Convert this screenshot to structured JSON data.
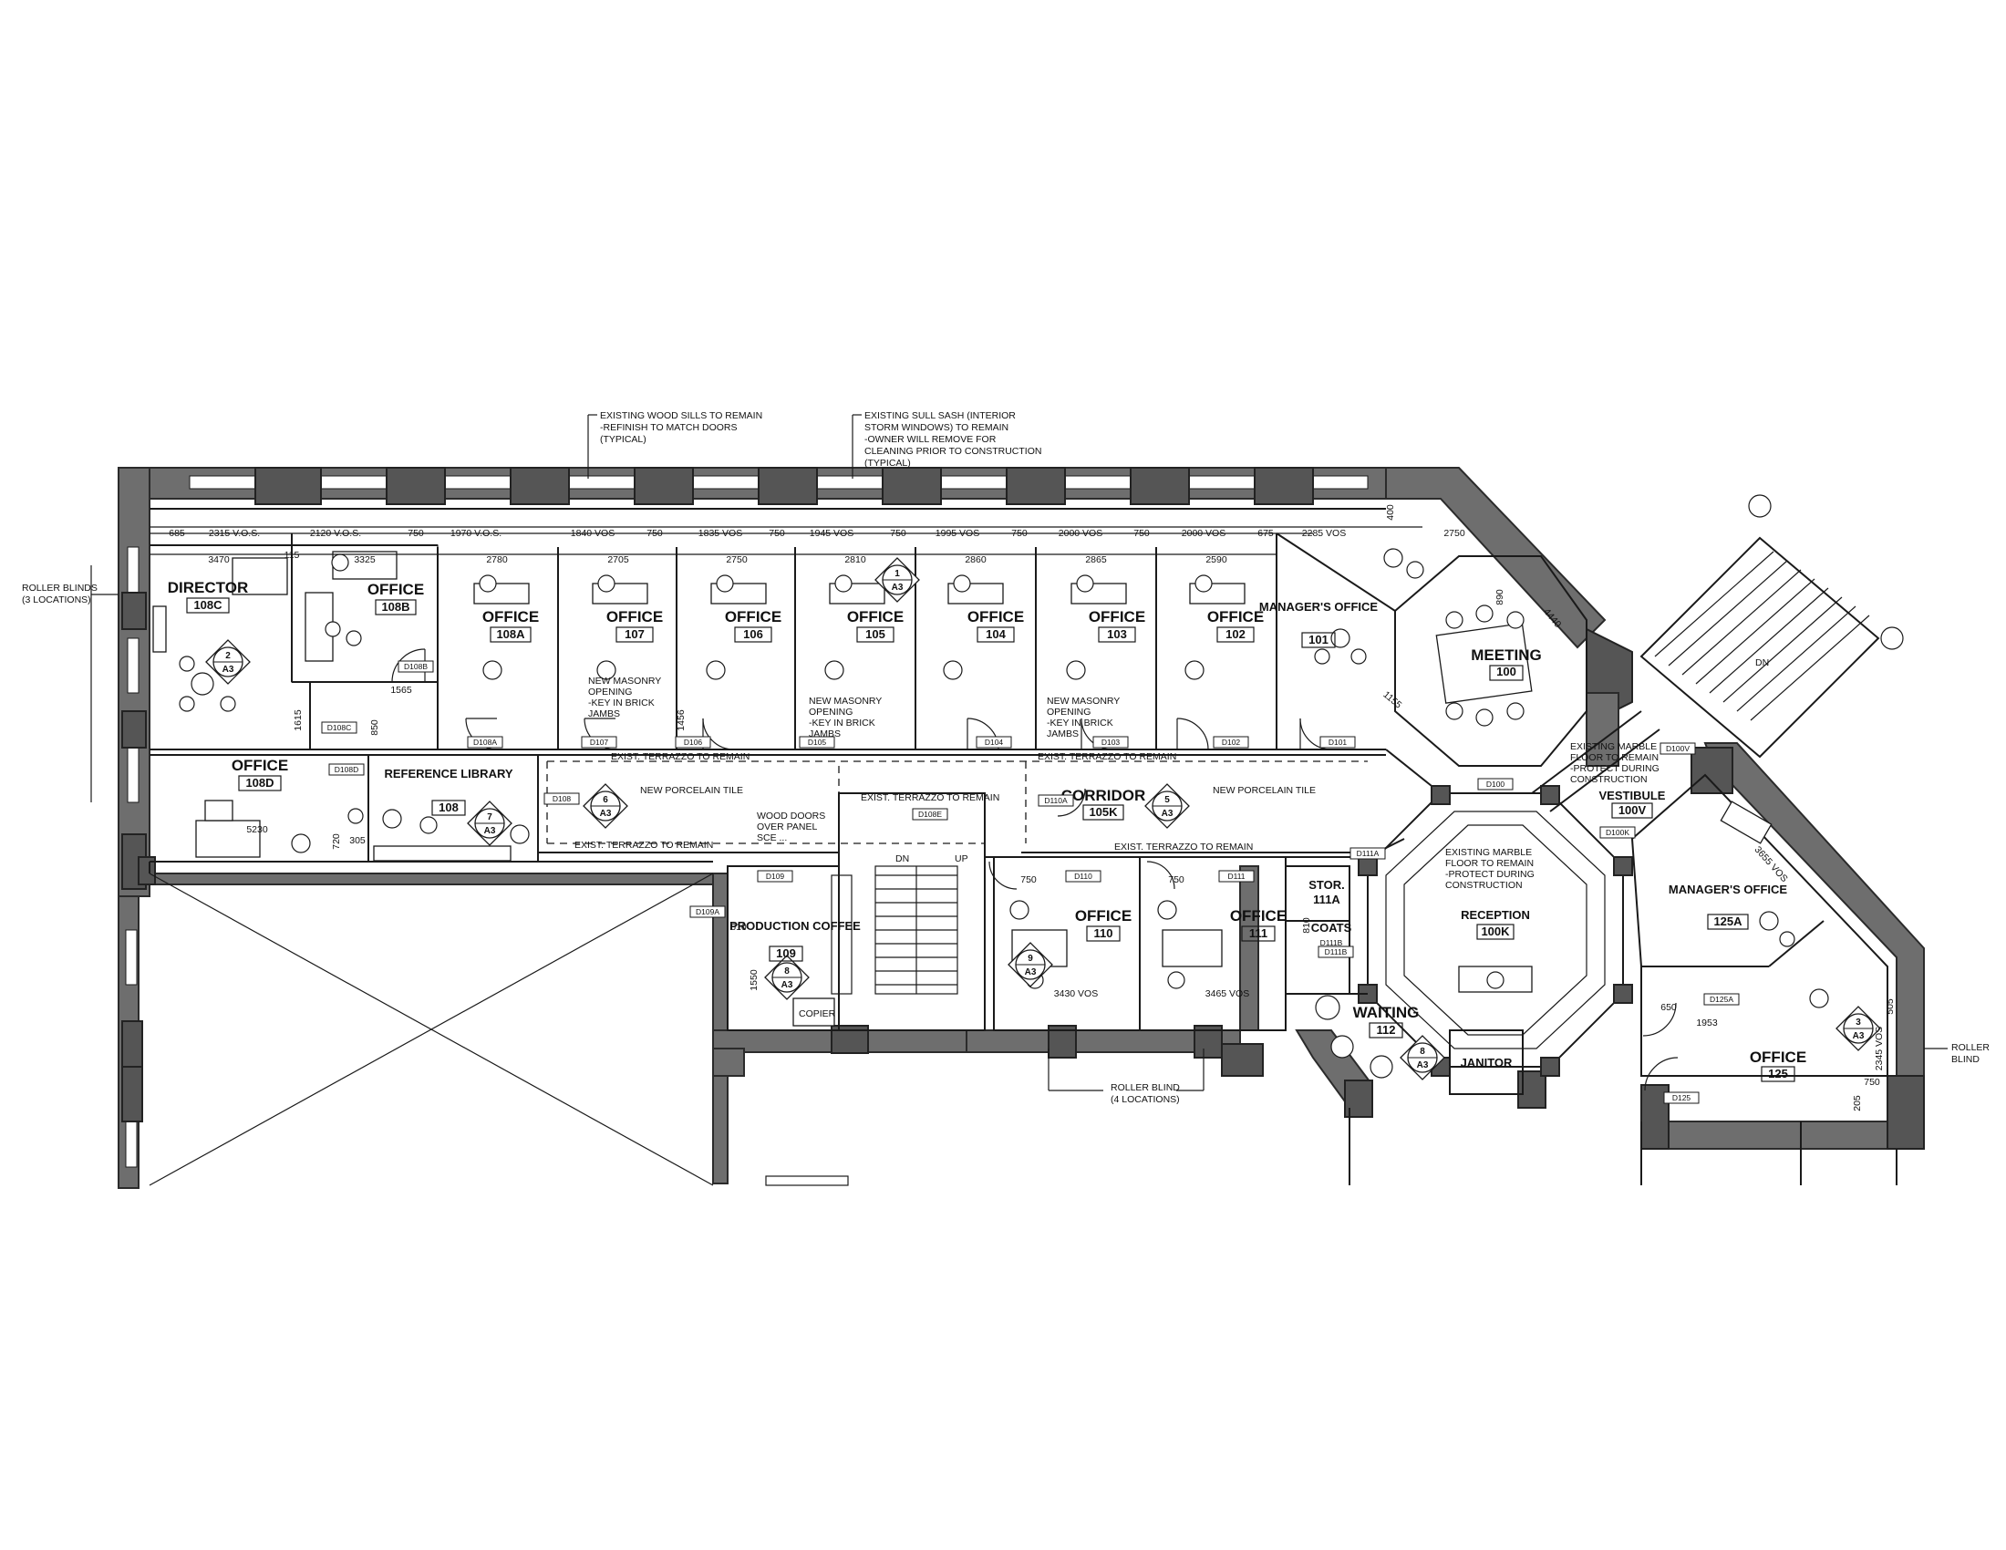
{
  "rooms": [
    {
      "name": "DIRECTOR",
      "number": "108C"
    },
    {
      "name": "OFFICE",
      "number": "108B"
    },
    {
      "name": "OFFICE",
      "number": "108A"
    },
    {
      "name": "OFFICE",
      "number": "107"
    },
    {
      "name": "OFFICE",
      "number": "106"
    },
    {
      "name": "OFFICE",
      "number": "105"
    },
    {
      "name": "OFFICE",
      "number": "104"
    },
    {
      "name": "OFFICE",
      "number": "103"
    },
    {
      "name": "OFFICE",
      "number": "102"
    },
    {
      "name": "MANAGER'S OFFICE",
      "number": "101"
    },
    {
      "name": "MEETING",
      "number": "100"
    },
    {
      "name": "OFFICE",
      "number": "108D"
    },
    {
      "name": "REFERENCE LIBRARY",
      "number": "108"
    },
    {
      "name": "CORRIDOR",
      "number": "105K"
    },
    {
      "name": "VESTIBULE",
      "number": "100V"
    },
    {
      "name": "PRODUCTION COFFEE",
      "number": "109"
    },
    {
      "name": "OFFICE",
      "number": "110"
    },
    {
      "name": "OFFICE",
      "number": "111"
    },
    {
      "name": "STOR.",
      "number": "111A"
    },
    {
      "name": "COATS",
      "number": "D111B"
    },
    {
      "name": "RECEPTION",
      "number": "100K"
    },
    {
      "name": "WAITING",
      "number": "112"
    },
    {
      "name": "JANITOR",
      "number": ""
    },
    {
      "name": "MANAGER'S OFFICE",
      "number": "125A"
    },
    {
      "name": "OFFICE",
      "number": "125"
    }
  ],
  "notes": {
    "wood_sills": [
      "EXISTING WOOD SILLS TO REMAIN",
      "-REFINISH TO MATCH DOORS",
      "(TYPICAL)"
    ],
    "sash": [
      "EXISTING SULL SASH (INTERIOR",
      "STORM WINDOWS) TO REMAIN",
      "-OWNER WILL REMOVE FOR",
      "CLEANING PRIOR TO CONSTRUCTION",
      "(TYPICAL)"
    ],
    "roller_blinds_3": [
      "ROLLER BLINDS",
      "(3 LOCATIONS)"
    ],
    "roller_blind_4": [
      "ROLLER BLIND",
      "(4 LOCATIONS)"
    ],
    "roller_blind_r": [
      "ROLLER",
      "BLIND"
    ],
    "masonry_a": [
      "NEW MASONRY",
      "OPENING",
      "-KEY IN BRICK",
      "JAMBS"
    ],
    "masonry_b": [
      "NEW MASONRY",
      "OPENING",
      "-KEY IN BRICK",
      "JAMBS"
    ],
    "masonry_c": [
      "NEW MASONRY",
      "OPENING",
      "-KEY IN BRICK",
      "JAMBS"
    ],
    "terrazzo_1": "EXIST. TERRAZZO TO REMAIN",
    "terrazzo_2": "EXIST. TERRAZZO TO REMAIN",
    "terrazzo_3": "EXIST. TERRAZZO TO REMAIN",
    "terrazzo_4": "EXIST. TERRAZZO TO REMAIN",
    "terrazzo_5": "EXIST. TERRAZZO TO REMAIN",
    "porcelain_1": "NEW PORCELAIN TILE",
    "porcelain_2": "NEW PORCELAIN TILE",
    "wood_doors": [
      "WOOD DOORS",
      "OVER PANEL",
      "SCE ..."
    ],
    "marble_vestibule": [
      "EXISTING MARBLE",
      "FLOOR TO REMAIN",
      "-PROTECT DURING",
      "CONSTRUCTION"
    ],
    "marble_reception": [
      "EXISTING MARBLE",
      "FLOOR TO REMAIN",
      "-PROTECT DURING",
      "CONSTRUCTION"
    ],
    "copier": "COPIER",
    "stair_dn": "DN",
    "stair_up": "UP",
    "exterior_dn": "DN"
  },
  "dimensions": {
    "top_row": [
      "685",
      "2315 V.O.S.",
      "2120 V.O.S.",
      "750",
      "1970 V.O.S.",
      "1840 VOS",
      "750",
      "1835 VOS",
      "750",
      "1945 VOS",
      "750",
      "1995 VOS",
      "750",
      "2000 VOS",
      "750",
      "2000 VOS",
      "675",
      "2285 VOS",
      "2750"
    ],
    "room_widths": [
      "3470",
      "3325",
      "2780",
      "2705",
      "2750",
      "2810",
      "2860",
      "2865",
      "2590"
    ],
    "misc": [
      "1565",
      "1615",
      "850",
      "5230",
      "720",
      "305",
      "1456",
      "610",
      "1550",
      "750",
      "750",
      "3430 VOS",
      "3465 VOS",
      "810",
      "3655 VOS",
      "1953",
      "650",
      "2345 VOS",
      "505",
      "205",
      "750",
      "4440",
      "1155",
      "890",
      "400",
      "115"
    ]
  },
  "doors": [
    "D108C",
    "D108B",
    "D108A",
    "D107",
    "D106",
    "D105",
    "D104",
    "D103",
    "D102",
    "D101",
    "D108D",
    "D108",
    "D109",
    "D109A",
    "D108E",
    "D110",
    "D110A",
    "D111",
    "D111A",
    "D111B",
    "D100",
    "D100V",
    "D100K",
    "D125A",
    "D125"
  ],
  "section_markers": [
    {
      "num": "1",
      "sheet": "A3"
    },
    {
      "num": "2",
      "sheet": "A3"
    },
    {
      "num": "3",
      "sheet": "A3"
    },
    {
      "num": "5",
      "sheet": "A3"
    },
    {
      "num": "6",
      "sheet": "A3"
    },
    {
      "num": "7",
      "sheet": "A3"
    },
    {
      "num": "8",
      "sheet": "A3"
    },
    {
      "num": "9",
      "sheet": "A3"
    },
    {
      "num": "8",
      "sheet": "A3"
    }
  ],
  "colors": {
    "wall": "#6e6e6e",
    "line": "#1a1a1a",
    "background": "#ffffff"
  }
}
